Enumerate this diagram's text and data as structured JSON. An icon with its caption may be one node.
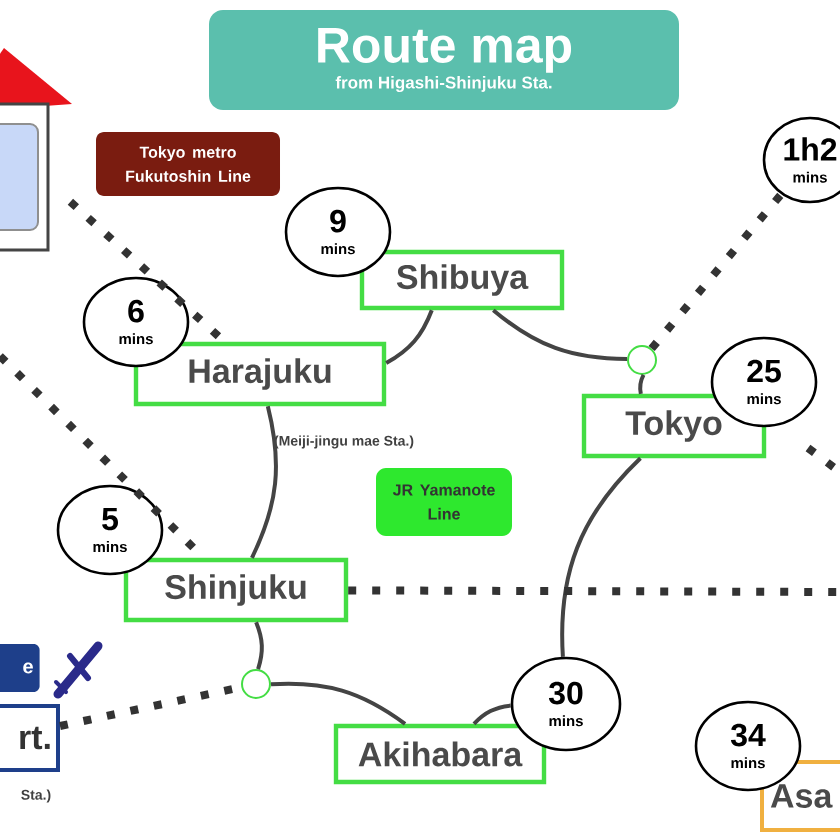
{
  "diagram": {
    "nodes": [
      {
        "text": [
          "Route map",
          "from Higashi-Shinjuku Sta."
        ]
      },
      {
        "text": [],
        "shape": "picture"
      },
      {
        "text": [
          "1h2",
          "mins"
        ]
      },
      {
        "text": [
          "Tokyo metro Fukutoshin Line"
        ]
      },
      {
        "text": [
          "9",
          "mins"
        ]
      },
      {
        "text": [
          "Shibuya"
        ]
      },
      {
        "text": [
          "6",
          "mins"
        ]
      },
      {
        "text": [],
        "shape": "circle"
      },
      {
        "text": [
          "25",
          "mins"
        ]
      },
      {
        "text": [
          "Harajuku"
        ],
        "beside": [
          "(Meiji-jingu mae Sta.)"
        ]
      },
      {
        "text": [
          "Tokyo"
        ]
      },
      {
        "text": [
          "JR Yamanote Line"
        ]
      },
      {
        "text": [
          "5",
          "mins"
        ]
      },
      {
        "text": [
          "Shinjuku"
        ]
      },
      {
        "text": [
          "e"
        ]
      },
      {
        "text": [],
        "shape": "circle"
      },
      {
        "text": [
          "30",
          "mins"
        ]
      },
      {
        "text": [
          "rt."
        ],
        "beside": [
          "Sta.)"
        ]
      },
      {
        "text": [
          "34",
          "mins"
        ]
      },
      {
        "text": [
          "Akihabara"
        ]
      },
      {
        "text": [
          "Asa"
        ]
      }
    ],
    "edges": [
      {
        "from": 5,
        "to": 7,
        "arrow": "none"
      },
      {
        "from": 7,
        "to": 10,
        "arrow": "none"
      },
      {
        "from": 10,
        "to": 16,
        "arrow": "none"
      },
      {
        "from": 16,
        "to": 19,
        "arrow": "none"
      },
      {
        "from": 19,
        "to": 15,
        "arrow": "none"
      },
      {
        "from": 15,
        "to": 13,
        "arrow": "none"
      },
      {
        "from": 13,
        "to": 9,
        "arrow": "none"
      },
      {
        "from": 9,
        "to": 5,
        "arrow": "none"
      },
      {
        "from": 1,
        "to": 9,
        "arrow": "none",
        "style": "dashed"
      },
      {
        "from": null,
        "to": 13,
        "arrow": "none",
        "style": "dashed"
      },
      {
        "from": 13,
        "to": null,
        "arrow": "none",
        "style": "dashed"
      },
      {
        "from": 17,
        "to": 15,
        "arrow": "none",
        "style": "dashed"
      },
      {
        "from": 7,
        "to": 2,
        "arrow": "none",
        "style": "dashed"
      }
    ]
  }
}
